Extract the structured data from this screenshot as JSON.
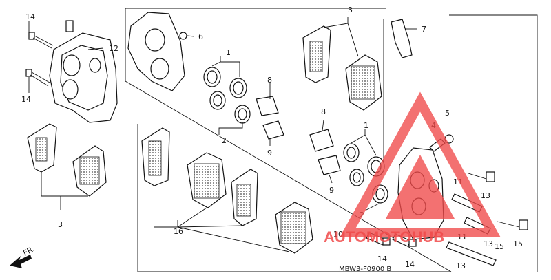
{
  "diagram": {
    "code": "MBW3-F0900 B",
    "direction_label": "FR.",
    "callouts": [
      "1",
      "1",
      "2",
      "2",
      "3",
      "3",
      "4",
      "5",
      "6",
      "7",
      "8",
      "8",
      "9",
      "9",
      "10",
      "11",
      "11",
      "12",
      "13",
      "13",
      "13",
      "14",
      "14",
      "14",
      "14",
      "15",
      "15",
      "16"
    ]
  },
  "watermark": {
    "brand": "AUTOMOTOHUB",
    "color": "#f04a4a",
    "accent": "#f6a531"
  },
  "colors": {
    "ink": "#111111",
    "background": "#ffffff"
  }
}
